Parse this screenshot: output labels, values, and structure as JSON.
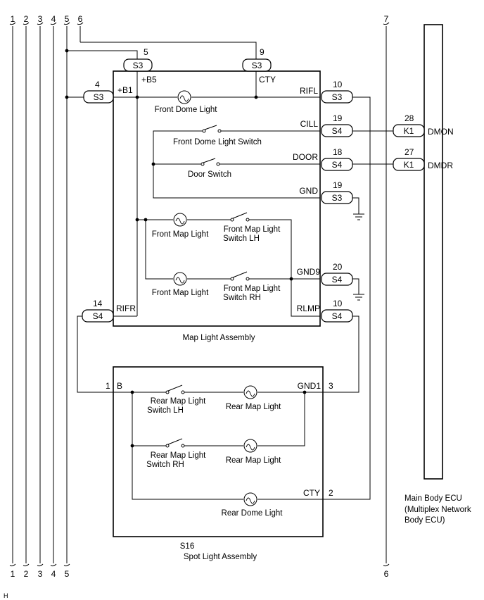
{
  "wire_numbers_top": [
    "1",
    "2",
    "3",
    "4",
    "5",
    "6",
    "7"
  ],
  "wire_numbers_bottom": [
    "1",
    "2",
    "3",
    "4",
    "5",
    "6"
  ],
  "map_light_assembly": {
    "title": "Map Light Assembly",
    "conn_b5": {
      "pin": "5",
      "conn": "S3",
      "terminal": "+B5"
    },
    "conn_cty": {
      "pin": "9",
      "conn": "S3",
      "terminal": "CTY"
    },
    "conn_b1": {
      "pin": "4",
      "conn": "S3",
      "terminal": "+B1"
    },
    "conn_rifl": {
      "pin": "10",
      "conn": "S3",
      "terminal": "RIFL"
    },
    "conn_cill": {
      "pin": "19",
      "conn": "S4",
      "terminal": "CILL"
    },
    "conn_door": {
      "pin": "18",
      "conn": "S4",
      "terminal": "DOOR"
    },
    "conn_gnd": {
      "pin": "19",
      "conn": "S3",
      "terminal": "GND"
    },
    "conn_gnd9": {
      "pin": "20",
      "conn": "S4",
      "terminal": "GND9"
    },
    "conn_rlmp": {
      "pin": "10",
      "conn": "S4",
      "terminal": "RLMP"
    },
    "conn_rifr": {
      "pin": "14",
      "conn": "S4",
      "terminal": "RIFR"
    },
    "front_dome_light": "Front Dome Light",
    "front_dome_switch": "Front Dome Light Switch",
    "door_switch": "Door Switch",
    "front_map_light_lh": "Front Map Light",
    "front_map_switch_lh": [
      "Front Map Light",
      "Switch LH"
    ],
    "front_map_light_rh": "Front Map Light",
    "front_map_switch_rh": [
      "Front Map Light",
      "Switch RH"
    ]
  },
  "ecu": {
    "k1_dmon": {
      "pin": "28",
      "conn": "K1",
      "terminal": "DMON"
    },
    "k1_dmdr": {
      "pin": "27",
      "conn": "K1",
      "terminal": "DMDR"
    },
    "label": [
      "Main Body ECU",
      "(Multiplex Network",
      "Body ECU)"
    ]
  },
  "spot_light_assembly": {
    "code": "S16",
    "title": "Spot Light Assembly",
    "pin_b": {
      "pin": "1",
      "terminal": "B"
    },
    "pin_gnd1": {
      "pin": "3",
      "terminal": "GND1"
    },
    "pin_cty": {
      "pin": "2",
      "terminal": "CTY"
    },
    "rear_map_switch_lh": [
      "Rear Map Light",
      "Switch LH"
    ],
    "rear_map_light_lh": "Rear Map Light",
    "rear_map_switch_rh": [
      "Rear Map Light",
      "Switch RH"
    ],
    "rear_map_light_rh": "Rear Map Light",
    "rear_dome_light": "Rear Dome Light"
  },
  "corner_mark": "H"
}
